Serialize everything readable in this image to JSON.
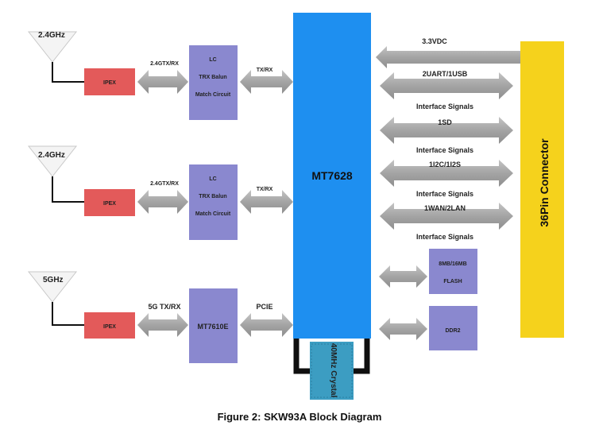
{
  "colors": {
    "chip_blue": "#1e8ff0",
    "lc_purple": "#8a88cf",
    "ipex_red": "#e35a5a",
    "connector_yellow": "#f5d21c",
    "crystal_teal": "#3c9dc2",
    "arrow_gray": "#a8a8a8"
  },
  "chains": [
    {
      "antenna_label": "2.4GHz",
      "ipex_label": "IPEX",
      "link1_label": "2.4GTX/RX",
      "rf_lines": [
        "LC",
        "TRX Balun",
        "Match Circuit"
      ],
      "link2_label": "TX/RX"
    },
    {
      "antenna_label": "2.4GHz",
      "ipex_label": "IPEX",
      "link1_label": "2.4GTX/RX",
      "rf_lines": [
        "LC",
        "TRX Balun",
        "Match Circuit"
      ],
      "link2_label": "TX/RX"
    },
    {
      "antenna_label": "5GHz",
      "ipex_label": "IPEX",
      "link1_label": "5G TX/RX",
      "rf_lines": [
        "MT7610E"
      ],
      "link2_label": "PCIE"
    }
  ],
  "soc_label": "MT7628",
  "connector_label": "36Pin Connector",
  "power": {
    "label": "3.3VDC"
  },
  "interfaces": [
    {
      "top": "2UART/1USB",
      "bottom": "Interface Signals"
    },
    {
      "top": "1SD",
      "bottom": "Interface Signals"
    },
    {
      "top": "1I2C/1I2S",
      "bottom": "Interface Signals"
    },
    {
      "top": "1WAN/2LAN",
      "bottom": "Interface Signals"
    }
  ],
  "memory": [
    {
      "lines": [
        "8MB/16MB",
        "FLASH"
      ]
    },
    {
      "lines": [
        "DDR2"
      ]
    }
  ],
  "crystal_label": "40MHz Crystal",
  "caption": "Figure 2: SKW93A Block Diagram"
}
